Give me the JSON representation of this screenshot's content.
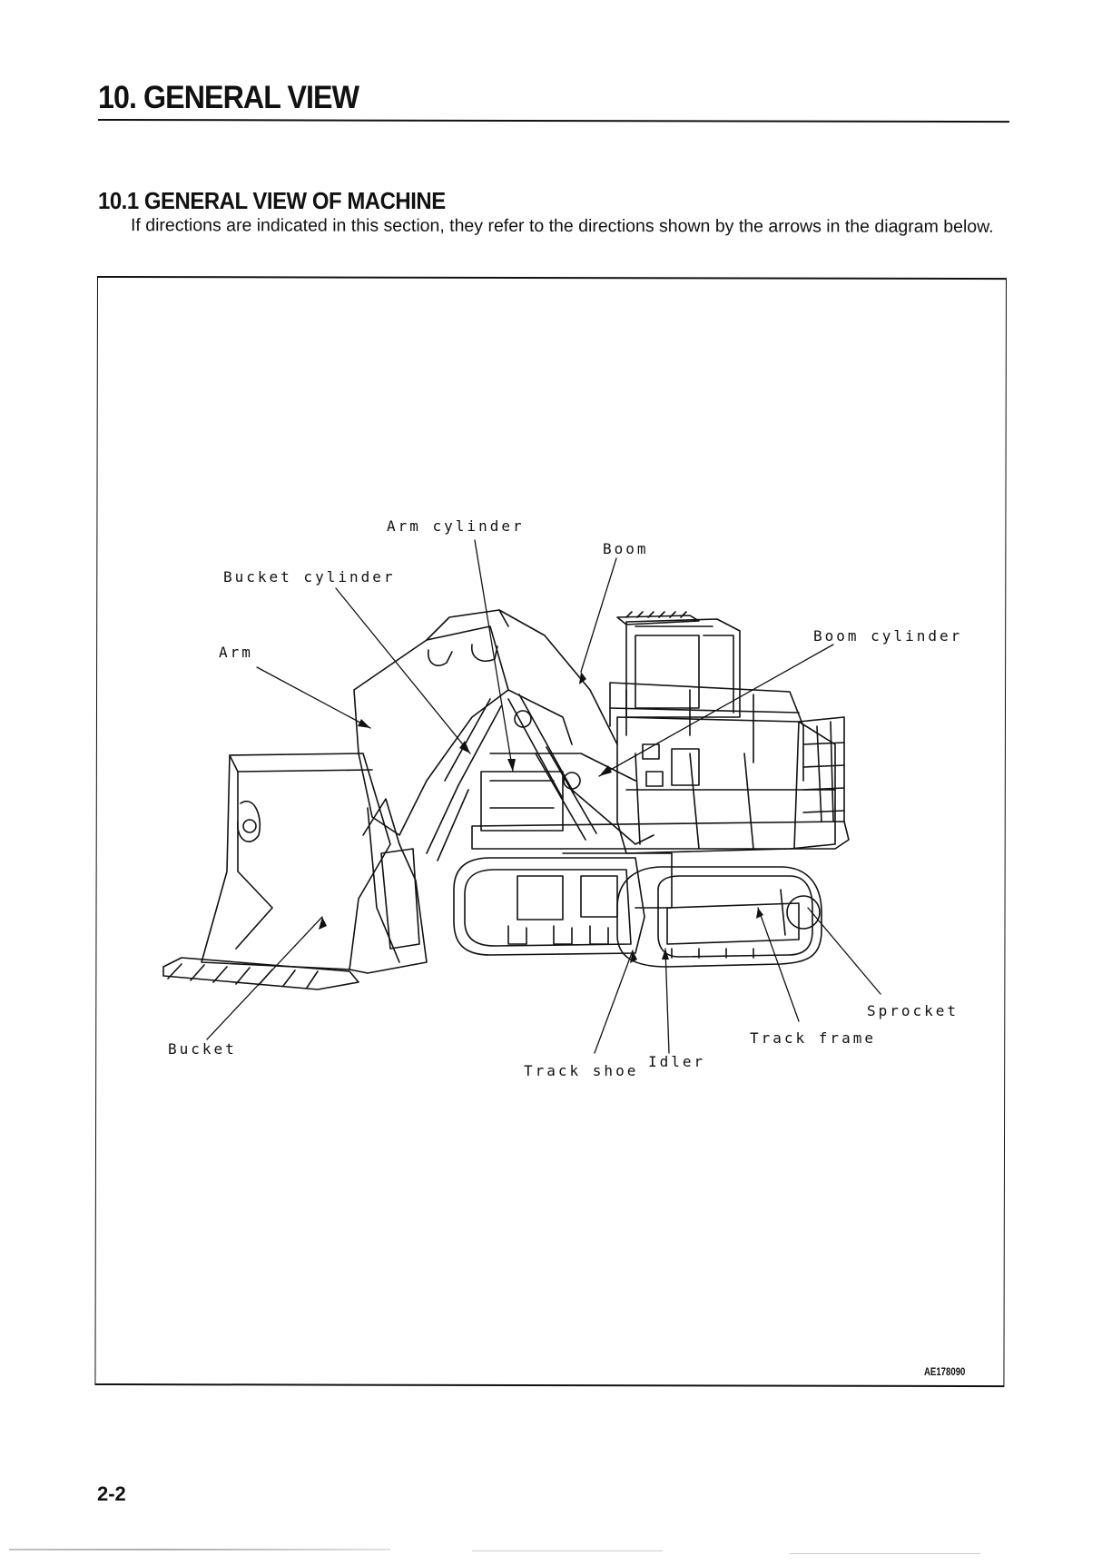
{
  "document": {
    "section_title": "10. GENERAL VIEW",
    "subsection_title": "10.1 GENERAL VIEW OF MACHINE",
    "intro_text": "If directions are indicated in this section, they refer to the directions shown by the arrows in the diagram below.",
    "page_number": "2-2"
  },
  "figure": {
    "subject": "hydraulic loading shovel (front view, perspective)",
    "reference_code": "AE178090",
    "labels": {
      "arm_cylinder": "Arm cylinder",
      "boom": "Boom",
      "bucket_cylinder": "Bucket cylinder",
      "arm": "Arm",
      "boom_cylinder": "Boom cylinder",
      "sprocket": "Sprocket",
      "track_frame": "Track frame",
      "bucket": "Bucket",
      "idler": "Idler",
      "track_shoe": "Track shoe"
    }
  }
}
